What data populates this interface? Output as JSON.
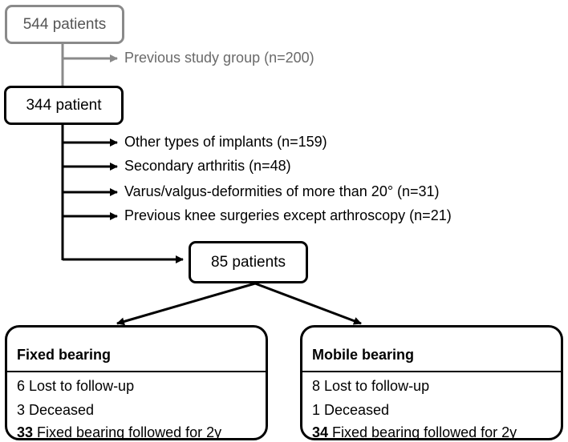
{
  "flow": {
    "start": "544 patients",
    "excluded_first": "Previous study group (n=200)",
    "second": "344 patient",
    "exclusions": [
      "Other types of implants (n=159)",
      "Secondary arthritis (n=48)",
      "Varus/valgus-deformities of more than 20° (n=31)",
      "Previous knee surgeries except arthroscopy (n=21)"
    ],
    "final": "85 patients"
  },
  "groups": {
    "fixed": {
      "title": "Fixed bearing",
      "lost": "6 Lost to follow-up",
      "deceased": "3 Deceased",
      "followed_count": "33",
      "followed_text": "Fixed bearing followed for 2y"
    },
    "mobile": {
      "title": "Mobile bearing",
      "lost": "8 Lost to follow-up",
      "deceased": "1 Deceased",
      "followed_count": "34",
      "followed_text": "Fixed bearing followed for 2y"
    }
  },
  "colors": {
    "primary": "#000000",
    "muted_border": "#8a8a8a",
    "muted_text": "#6a6a6a"
  }
}
